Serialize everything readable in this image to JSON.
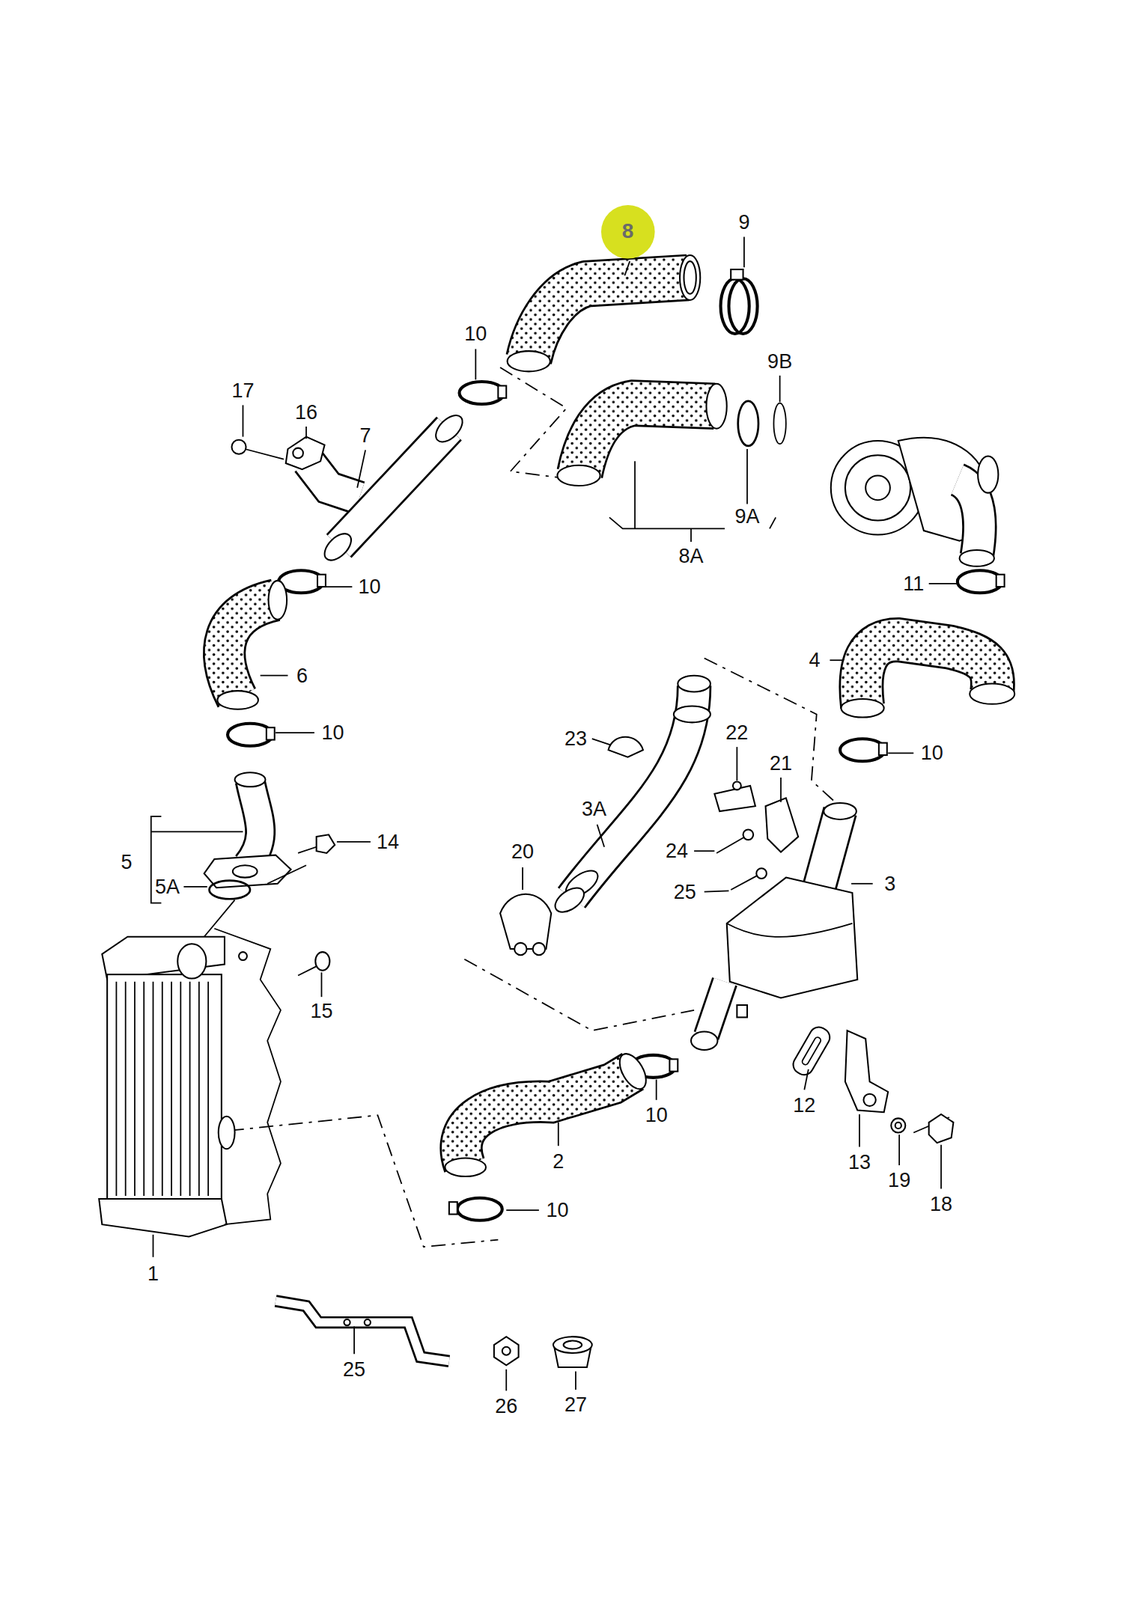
{
  "diagram": {
    "nodes": [
      {
        "text": [
          "8"
        ]
      }
    ],
    "labels": [
      "9",
      "10",
      "9B",
      "17",
      "16",
      "7",
      "9A",
      "8A",
      "10",
      "11",
      "6",
      "4",
      "23",
      "22",
      "10",
      "21",
      "10",
      "3A",
      "14",
      "5",
      "20",
      "24",
      "3",
      "5A",
      "25",
      "15",
      "12",
      "10",
      "2",
      "13",
      "19",
      "18",
      "10",
      "1",
      "25",
      "26",
      "27"
    ]
  }
}
